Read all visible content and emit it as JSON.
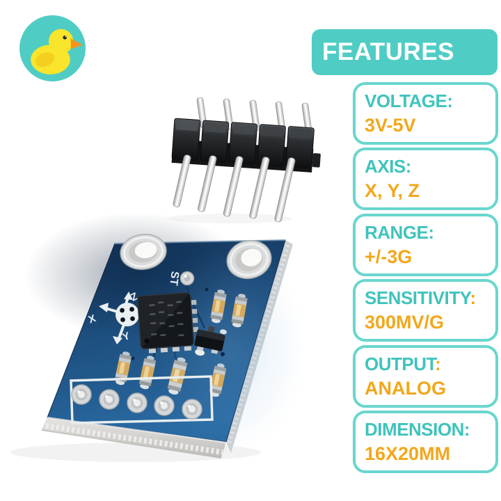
{
  "colors": {
    "teal_banner": "#4FCDC4",
    "teal_card_border": "#6AD6CE",
    "teal_label_text": "#3FC4BC",
    "orange_value_text": "#F2A71B",
    "pcb_blue": "#1B4A78",
    "logo_background": "#4FCDC4",
    "duck_yellow": "#F9E52C",
    "duck_beak_orange": "#F6921E"
  },
  "icons": {
    "logo": "rubber-duck-icon"
  },
  "features": {
    "title": "FEATURES",
    "cards": [
      {
        "label": "VOLTAGE",
        "colon": ":",
        "colon_class": "colon-teal",
        "value": "3V-5V"
      },
      {
        "label": "AXIS",
        "colon": ":",
        "colon_class": "colon-teal",
        "value": "X, Y, Z"
      },
      {
        "label": "RANGE",
        "colon": ":",
        "colon_class": "colon-teal",
        "value": "+/-3G"
      },
      {
        "label": "SENSITIVITY",
        "colon": ":",
        "colon_class": "colon-orange",
        "value": "300MV/G"
      },
      {
        "label": "OUTPUT",
        "colon": ":",
        "colon_class": "colon-orange",
        "value": "ANALOG"
      },
      {
        "label": "DIMENSION",
        "colon": ":",
        "colon_class": "colon-teal",
        "value": "16X20MM"
      }
    ]
  },
  "product": {
    "silkscreen": {
      "st": "ST",
      "axis_x": "X",
      "axis_y": "Y",
      "axis_z": "Z"
    }
  }
}
